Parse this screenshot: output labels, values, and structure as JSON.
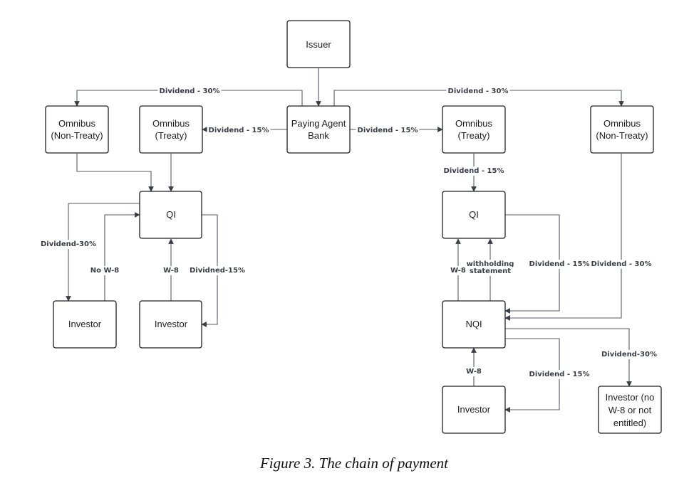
{
  "nodes": {
    "issuer": "Issuer",
    "paying_agent_bank": [
      "Paying Agent",
      "Bank"
    ],
    "left_omnibus_non_treaty": [
      "Omnibus",
      "(Non-Treaty)"
    ],
    "left_omnibus_treaty": [
      "Omnibus",
      "(Treaty)"
    ],
    "right_omnibus_treaty": [
      "Omnibus",
      "(Treaty)"
    ],
    "right_omnibus_non_treaty": [
      "Omnibus",
      "(Non-Treaty)"
    ],
    "left_qi": "QI",
    "left_investor_a": "Investor",
    "left_investor_b": "Investor",
    "right_qi": "QI",
    "nqi": "NQI",
    "right_investor": "Investor",
    "investor_no_w8": [
      "Investor (no",
      "W-8 or not",
      "entitled)"
    ]
  },
  "edges": {
    "to_left_non_treaty": "Dividend - 30%",
    "to_right_non_treaty": "Dividend - 30%",
    "to_left_treaty": "Dividend - 15%",
    "to_right_treaty": "Dividend - 15%",
    "right_treaty_to_qi": "Dividend - 15%",
    "left_qi_to_investor_a": "Dividend-30%",
    "investor_a_to_left_qi": "No W-8",
    "investor_b_to_left_qi": "W-8",
    "left_qi_to_investor_b": "Dividned-15%",
    "nqi_to_right_qi_w8": "W-8",
    "nqi_to_right_qi_statement": [
      "withholding",
      "statement"
    ],
    "right_qi_to_nqi": "Dividend - 15%",
    "right_non_treaty_to_nqi": "Dividend - 30%",
    "nqi_to_investor_no_w8": "Dividend-30%",
    "right_investor_to_nqi": "W-8",
    "nqi_to_right_investor": "Dividend - 15%"
  },
  "caption": "Figure 3. The chain of payment"
}
